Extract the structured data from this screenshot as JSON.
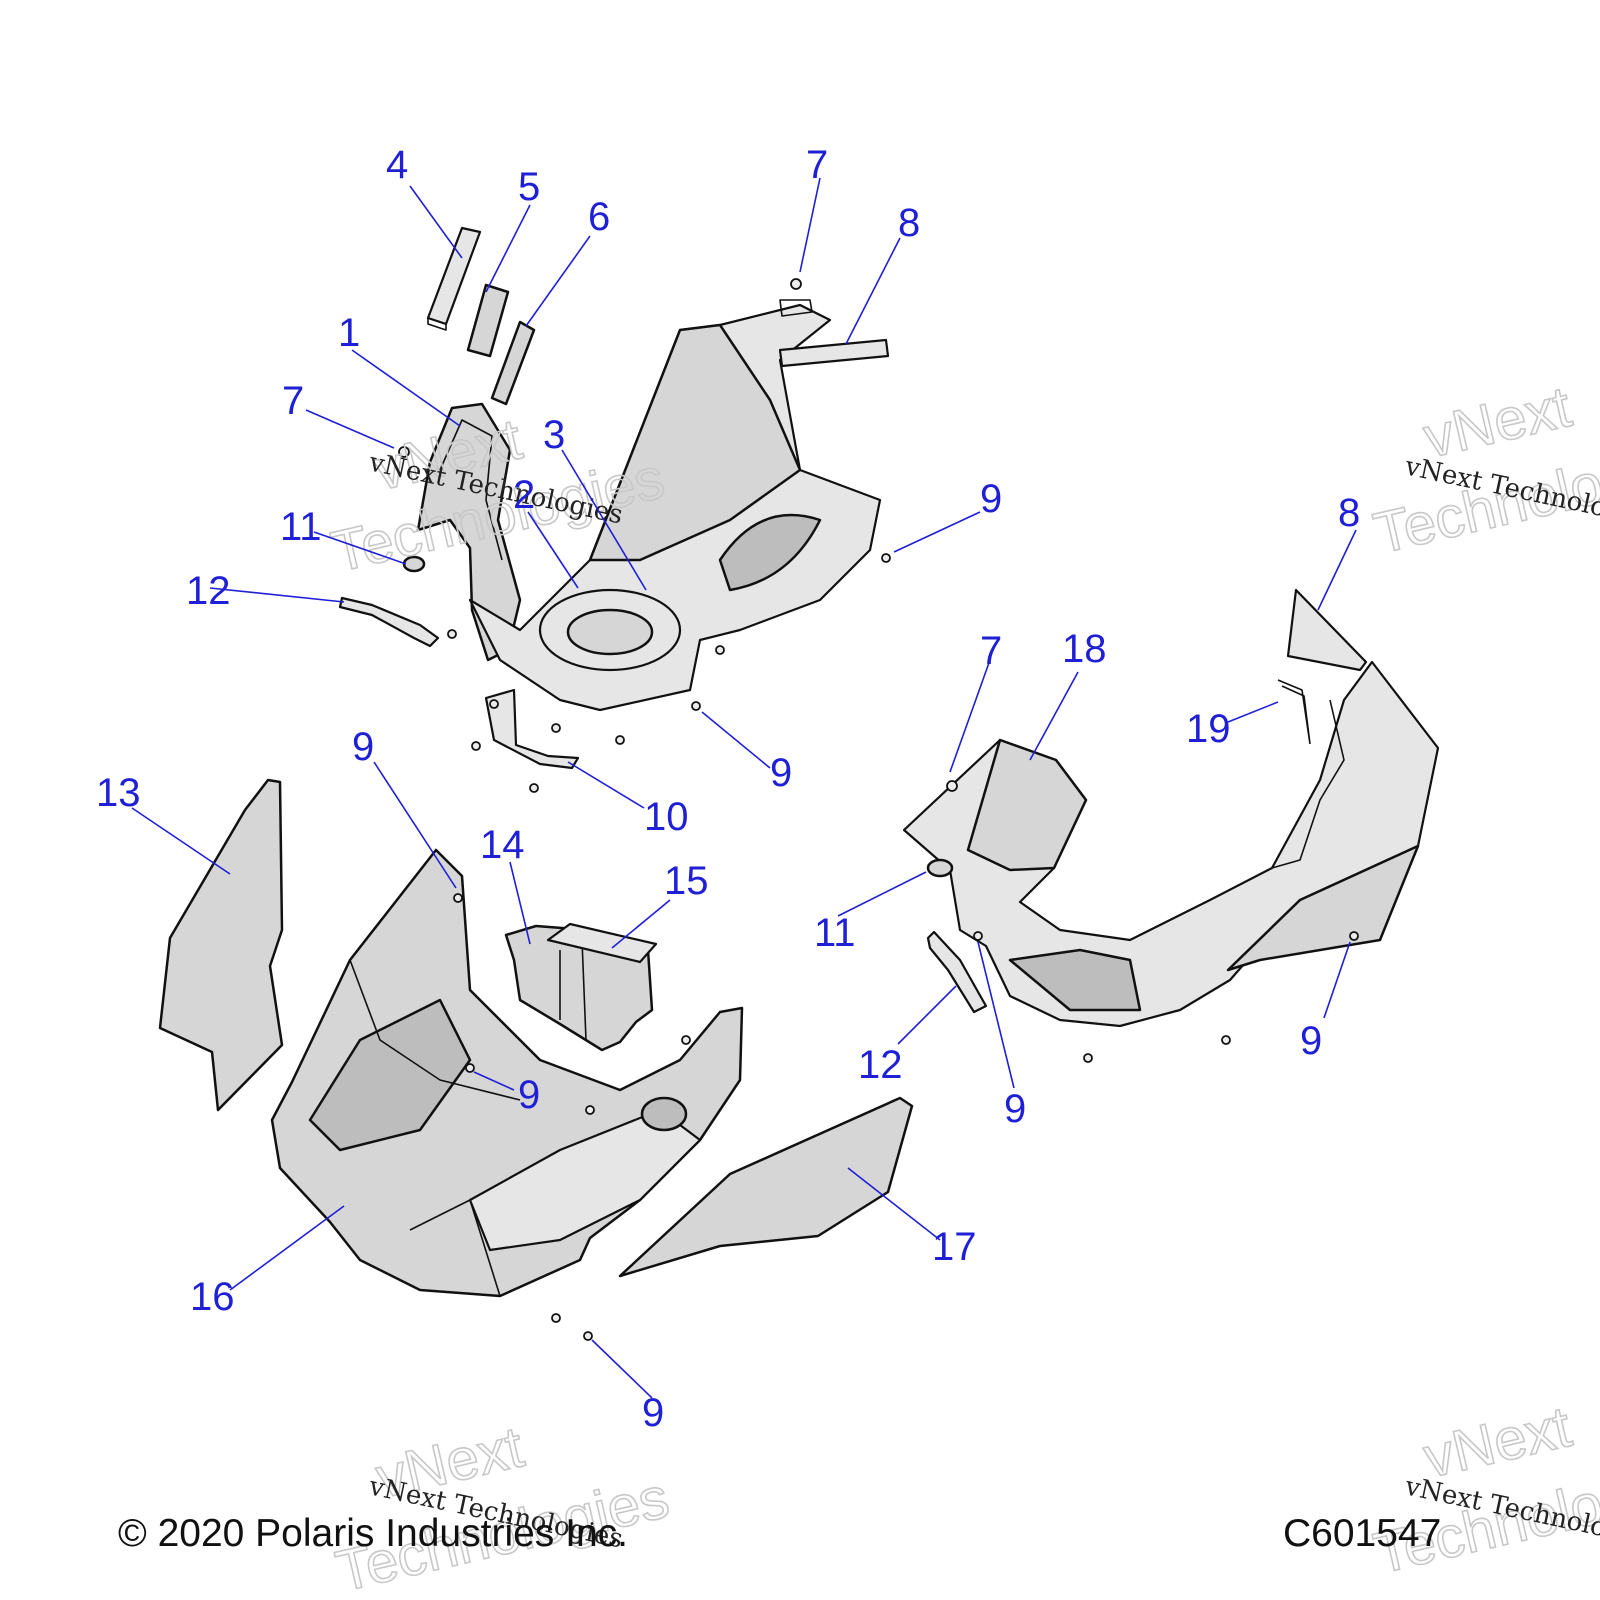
{
  "diagram": {
    "copyright": "© 2020 Polaris Industries Inc.",
    "figure_id": "C601547",
    "callout_color": "#1f1fd6",
    "watermark_text_small": "vNext Technologies",
    "watermark_text_big_line1": "vNext",
    "watermark_text_big_line2": "Technologies",
    "callouts": [
      {
        "label": "1"
      },
      {
        "label": "2"
      },
      {
        "label": "3"
      },
      {
        "label": "4"
      },
      {
        "label": "5"
      },
      {
        "label": "6"
      },
      {
        "label": "7"
      },
      {
        "label": "7"
      },
      {
        "label": "7"
      },
      {
        "label": "8"
      },
      {
        "label": "8"
      },
      {
        "label": "9"
      },
      {
        "label": "9"
      },
      {
        "label": "9"
      },
      {
        "label": "9"
      },
      {
        "label": "9"
      },
      {
        "label": "9"
      },
      {
        "label": "9"
      },
      {
        "label": "10"
      },
      {
        "label": "11"
      },
      {
        "label": "11"
      },
      {
        "label": "12"
      },
      {
        "label": "12"
      },
      {
        "label": "13"
      },
      {
        "label": "14"
      },
      {
        "label": "15"
      },
      {
        "label": "16"
      },
      {
        "label": "17"
      },
      {
        "label": "18"
      },
      {
        "label": "19"
      }
    ]
  }
}
